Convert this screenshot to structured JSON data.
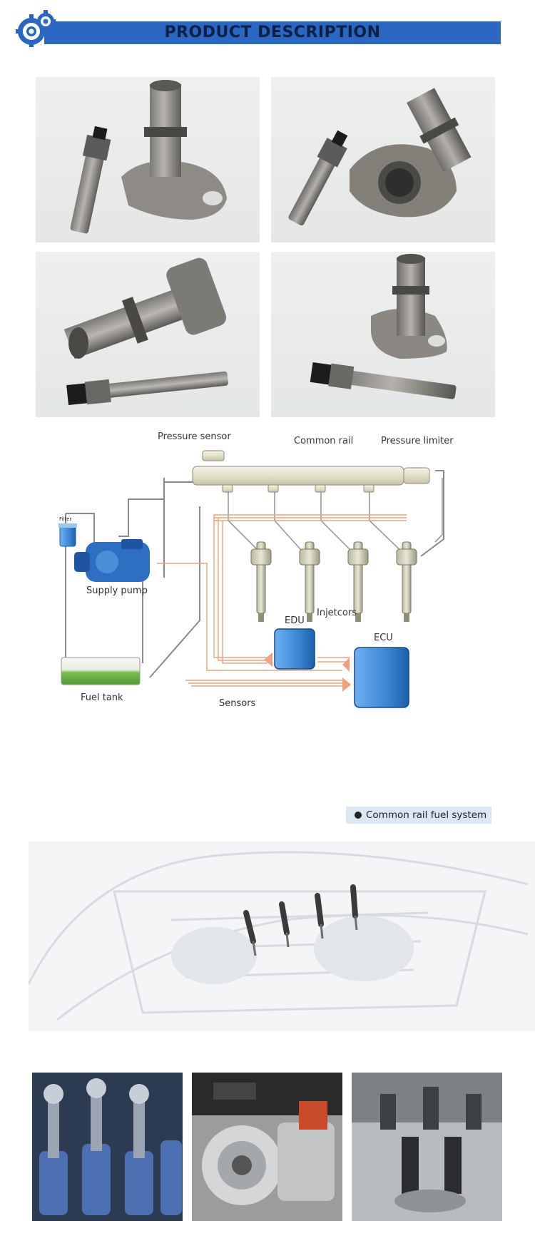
{
  "header": {
    "title": "PRODUCT DESCRIPTION",
    "icon": "gears-icon",
    "bar_color": "#2a66c2"
  },
  "product_photos": [
    {
      "name": "plunger-photo-1"
    },
    {
      "name": "plunger-photo-2"
    },
    {
      "name": "plunger-photo-3"
    },
    {
      "name": "plunger-photo-4"
    }
  ],
  "diagram": {
    "labels": {
      "pressure_sensor": "Pressure sensor",
      "common_rail": "Common rail",
      "pressure_limiter": "Pressure limiter",
      "filter": "Filter",
      "supply_pump": "Supply pump",
      "injectors": "Injetcors",
      "edu": "EDU",
      "ecu": "ECU",
      "fuel_tank": "Fuel tank",
      "sensors": "Sensors"
    },
    "caption": "Common rail fuel system",
    "colors": {
      "wire": "#f2a07b",
      "module": "#3a86d4",
      "pump": "#2f6fc2",
      "fuel": "#6fb547"
    }
  },
  "bottom_photos": [
    {
      "name": "engine-valves-photo"
    },
    {
      "name": "fuel-pump-photo"
    },
    {
      "name": "cylinder-cutaway-photo"
    }
  ]
}
